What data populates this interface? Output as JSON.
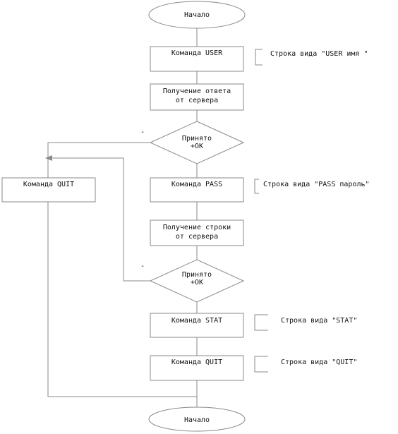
{
  "flowchart": {
    "start": "Начало",
    "end": "Начало",
    "cmd_user": "Команда USER",
    "note_user": "Строка вида \"USER имя \"",
    "recv_reply_line1": "Получение ответа",
    "recv_reply_line2": "от сервера",
    "decision1_line1": "Принято",
    "decision1_line2": "+OK",
    "decision1_minus": "-",
    "cmd_quit_left": "Команда QUIT",
    "cmd_pass": "Команда PASS",
    "note_pass": "Строка вида \"PASS пароль\"",
    "recv_line_line1": "Получение строки",
    "recv_line_line2": "от сервера",
    "decision2_line1": "Принято",
    "decision2_line2": "+OK",
    "decision2_minus": "-",
    "cmd_stat": "Команда STAT",
    "note_stat": "Строка вида \"STAT\"",
    "cmd_quit": "Команда QUIT",
    "note_quit": "Строка вида \"QUIT\""
  }
}
